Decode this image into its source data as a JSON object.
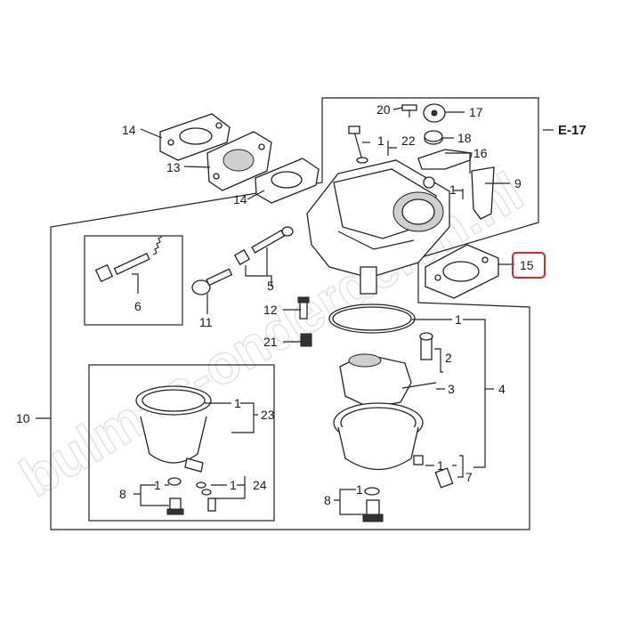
{
  "watermark": "bulmac-onderdelen.nl",
  "highlight_color": "#e0242b",
  "labels": {
    "p1a": "1",
    "p1b": "1",
    "p1c": "1",
    "p1d": "1",
    "p1e": "1",
    "p1f": "1",
    "p1g": "1",
    "p2": "2",
    "p3": "3",
    "p4": "4",
    "p5": "5",
    "p6": "6",
    "p7": "7",
    "p8a": "8",
    "p8b": "8",
    "p9": "9",
    "p10": "10",
    "p11": "11",
    "p12": "12",
    "p13": "13",
    "p14a": "14",
    "p14b": "14",
    "p15": "15",
    "p16": "16",
    "p17": "17",
    "p18": "18",
    "p20": "20",
    "p21": "21",
    "p22": "22",
    "p23": "23",
    "p24": "24",
    "ref": "E-17"
  }
}
